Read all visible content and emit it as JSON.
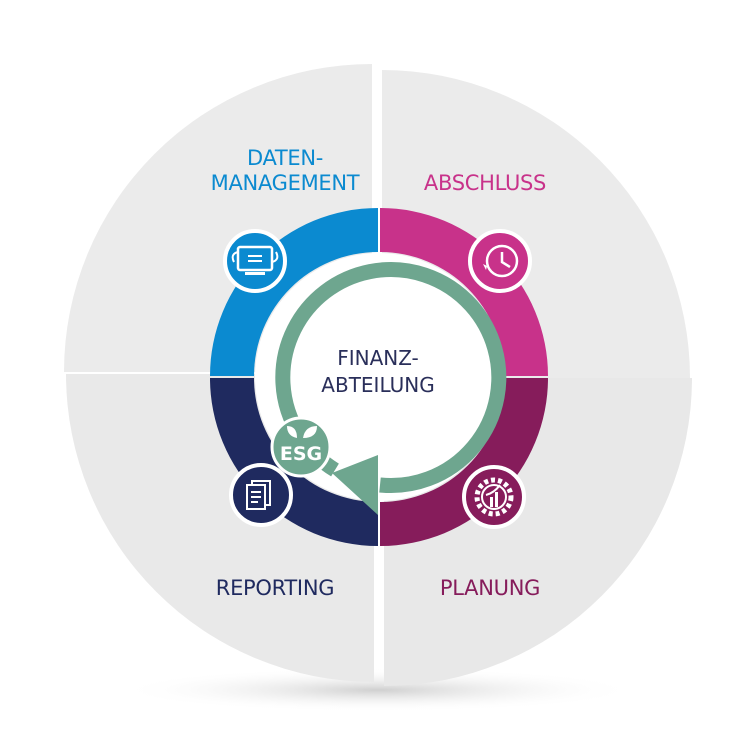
{
  "center": {
    "line1": "FINANZ-",
    "line2": "ABTEILUNG"
  },
  "segments": [
    {
      "id": "datenmanagement",
      "line1": "DATEN-",
      "line2": "MANAGEMENT",
      "color": "#0b8ad0",
      "icon": "monitor-sync-icon"
    },
    {
      "id": "abschluss",
      "line1": "ABSCHLUSS",
      "color": "#c8328a",
      "icon": "clock-icon"
    },
    {
      "id": "planung",
      "line1": "PLANUNG",
      "color": "#861c5b",
      "icon": "gear-chart-icon"
    },
    {
      "id": "reporting",
      "line1": "REPORTING",
      "color": "#1f2a5f",
      "icon": "documents-icon"
    }
  ],
  "esg": {
    "label": "ESG",
    "color": "#6ea68f",
    "icon": "leaf-icon"
  }
}
